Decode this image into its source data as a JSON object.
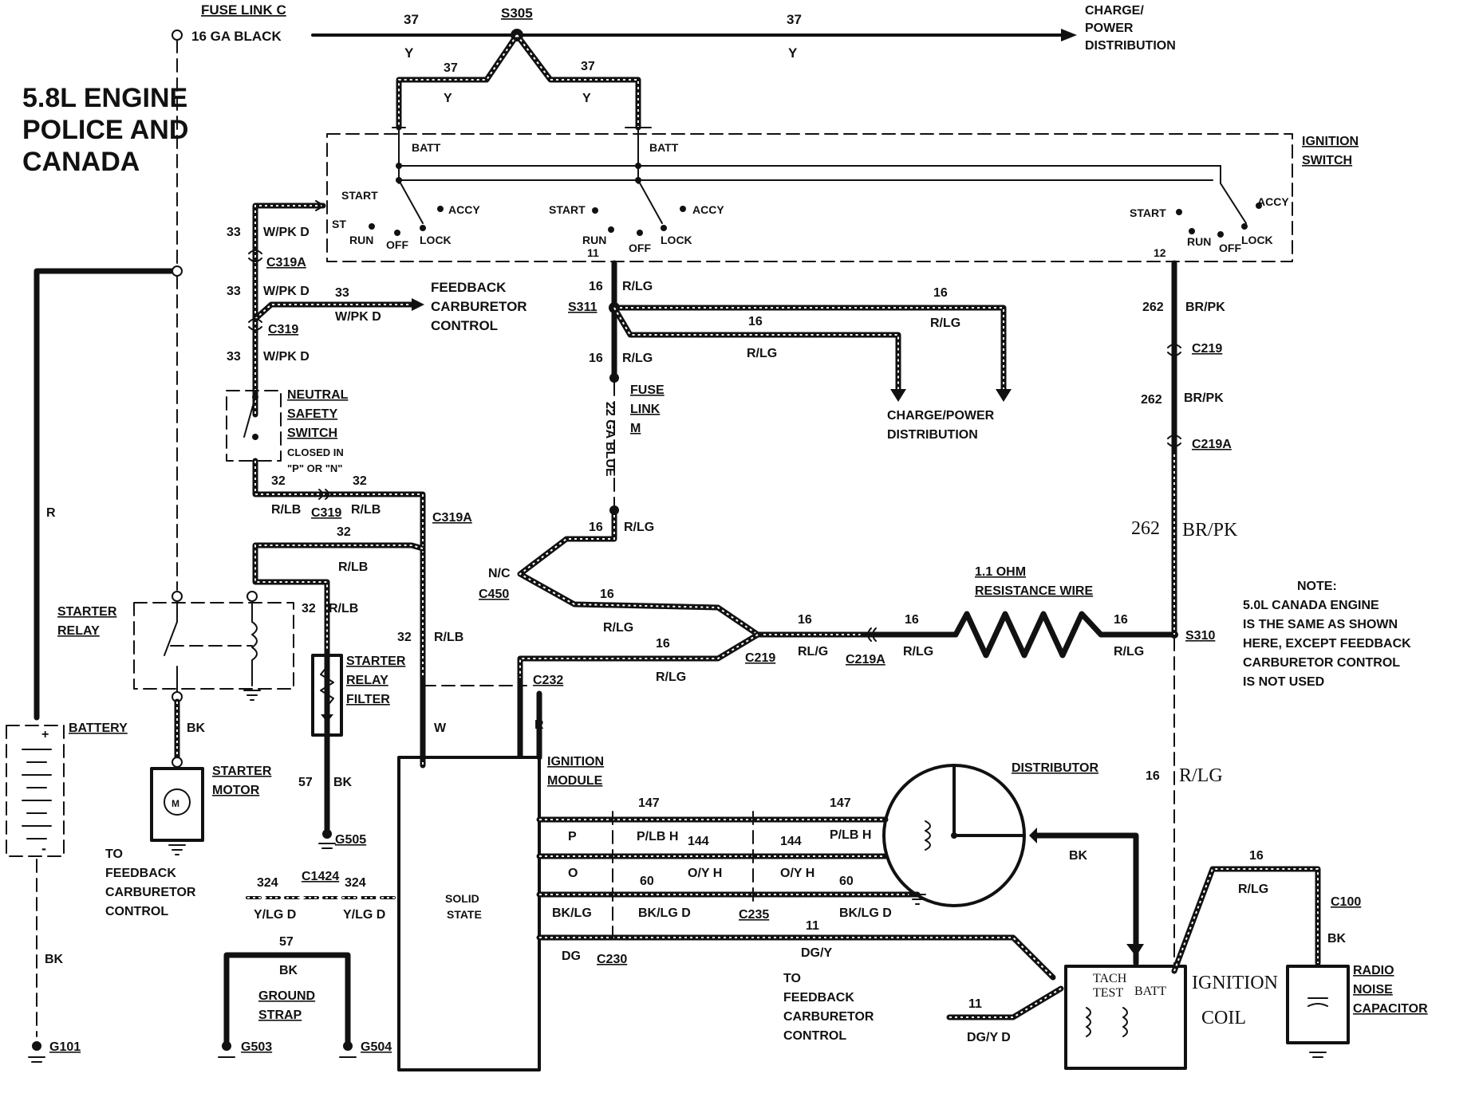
{
  "title_lines": [
    "5.8L ENGINE",
    "POLICE AND",
    "CANADA"
  ],
  "top": {
    "fuse_link_c": "FUSE LINK C",
    "wire_16ga_black": "16 GA BLACK",
    "splice_s305": "S305",
    "circuit_37": "37",
    "color_y": "Y",
    "charge_power_dist": [
      "CHARGE/",
      "POWER",
      "DISTRIBUTION"
    ]
  },
  "ignition_switch": {
    "label": [
      "IGNITION",
      "SWITCH"
    ],
    "batt": "BATT",
    "start": "START",
    "st": "ST",
    "run": "RUN",
    "off": "OFF",
    "lock": "LOCK",
    "accy": "ACCY",
    "circuit_11": "11",
    "circuit_12": "12"
  },
  "left_column": {
    "c33": "33",
    "w_pk_d": "W/PK D",
    "c319a": "C319A",
    "c319": "C319",
    "feedback_carb": [
      "FEEDBACK",
      "CARBURETOR",
      "CONTROL"
    ],
    "neutral_safety": [
      "NEUTRAL",
      "SAFETY",
      "SWITCH",
      "CLOSED IN",
      "\"P\" OR \"N\""
    ],
    "c32": "32",
    "r_lb": "R/LB",
    "r": "R",
    "starter_relay": [
      "STARTER",
      "RELAY"
    ],
    "starter_relay_filter": [
      "STARTER",
      "RELAY",
      "FILTER"
    ],
    "battery": "BATTERY",
    "bk": "BK",
    "starter_motor": [
      "STARTER",
      "MOTOR"
    ],
    "motor_m": "M",
    "c57": "57",
    "g505": "G505",
    "to_feedback": [
      "TO",
      "FEEDBACK",
      "CARBURETOR",
      "CONTROL"
    ],
    "g101": "G101",
    "c324": "324",
    "c1424": "C1424",
    "y_lg_d": "Y/LG D",
    "ground_strap": [
      "GROUND",
      "STRAP"
    ],
    "g503": "G503",
    "g504": "G504",
    "w": "W",
    "plus": "+",
    "minus": "-"
  },
  "center": {
    "c16": "16",
    "r_lg": "R/LG",
    "s311": "S311",
    "fuse_link_m": [
      "FUSE",
      "LINK",
      "M"
    ],
    "ga_blue": "22 GA BLUE",
    "charge_power_dist": [
      "CHARGE/POWER",
      "DISTRIBUTION"
    ],
    "nc": "N/C",
    "c450": "C450",
    "c219": "C219",
    "c219a": "C219A",
    "rl_g": "RL/G",
    "c232": "C232",
    "resistance": [
      "1.1 OHM",
      "RESISTANCE WIRE"
    ],
    "s310": "S310"
  },
  "right_column": {
    "c262": "262",
    "br_pk": "BR/PK",
    "c219": "C219",
    "c219a": "C219A",
    "c262_large": "262",
    "br_pk_large": "BR/PK",
    "r_lg_large": "R/LG",
    "c16": "16"
  },
  "note": [
    "NOTE:",
    "5.0L CANADA ENGINE",
    "IS THE SAME AS SHOWN",
    "HERE, EXCEPT FEEDBACK",
    "CARBURETOR CONTROL",
    "IS NOT USED"
  ],
  "module": {
    "label": [
      "IGNITION",
      "MODULE"
    ],
    "solid_state": [
      "SOLID",
      "STATE"
    ],
    "p": "P",
    "o": "O",
    "bk_lg": "BK/LG",
    "dg": "DG",
    "c147": "147",
    "p_lb_h": "P/LB H",
    "c144": "144",
    "o_y_h": "O/Y H",
    "c60": "60",
    "bk_lg_d": "BK/LG D",
    "c235": "C235",
    "c11": "11",
    "dg_y": "DG/Y",
    "c230": "C230",
    "to_feedback": [
      "TO",
      "FEEDBACK",
      "CARBURETOR",
      "CONTROL"
    ],
    "dg_y_d": "DG/Y D"
  },
  "distributor": {
    "label": "DISTRIBUTOR",
    "bk": "BK"
  },
  "coil": {
    "tach": "TACH",
    "test": "TEST",
    "batt": "BATT",
    "label": [
      "IGNITION",
      "COIL"
    ]
  },
  "capacitor": {
    "label": [
      "RADIO",
      "NOISE",
      "CAPACITOR"
    ],
    "c100": "C100",
    "c16": "16",
    "r_lg": "R/LG",
    "bk": "BK"
  }
}
